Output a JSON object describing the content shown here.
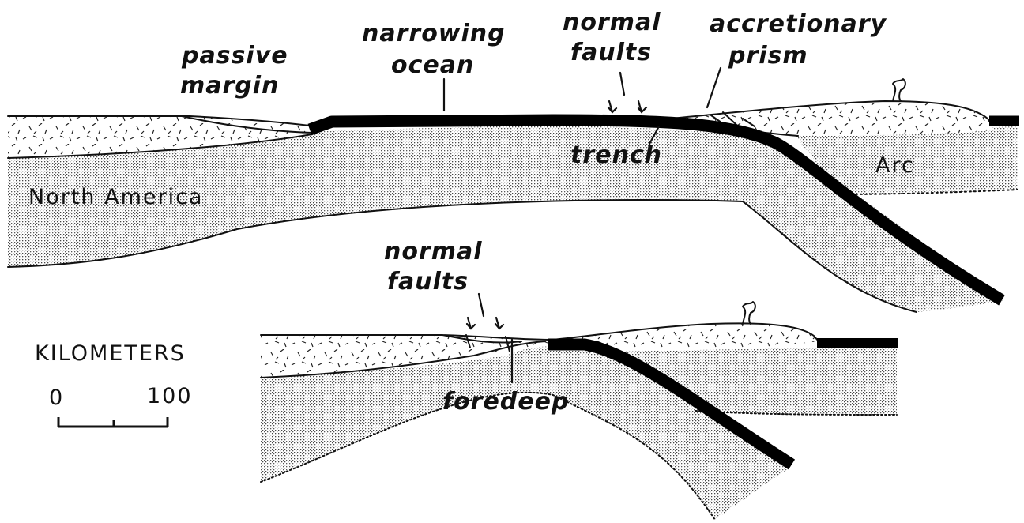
{
  "upper_section": {
    "labels": {
      "passive_margin_1": "passive",
      "passive_margin_2": "margin",
      "narrowing_ocean_1": "narrowing",
      "narrowing_ocean_2": "ocean",
      "normal_faults_1": "normal",
      "normal_faults_2": "faults",
      "accretionary_prism_1": "accretionary",
      "accretionary_prism_2": "prism",
      "trench": "trench",
      "north_america": "North America",
      "arc": "Arc"
    }
  },
  "lower_section": {
    "labels": {
      "normal_faults_1": "normal",
      "normal_faults_2": "faults",
      "foredeep": "foredeep"
    }
  },
  "scale_bar": {
    "title": "KILOMETERS",
    "min_label": "0",
    "max_label": "100"
  },
  "colors": {
    "ink": "#111111",
    "slab": "#000000",
    "background": "#ffffff"
  }
}
